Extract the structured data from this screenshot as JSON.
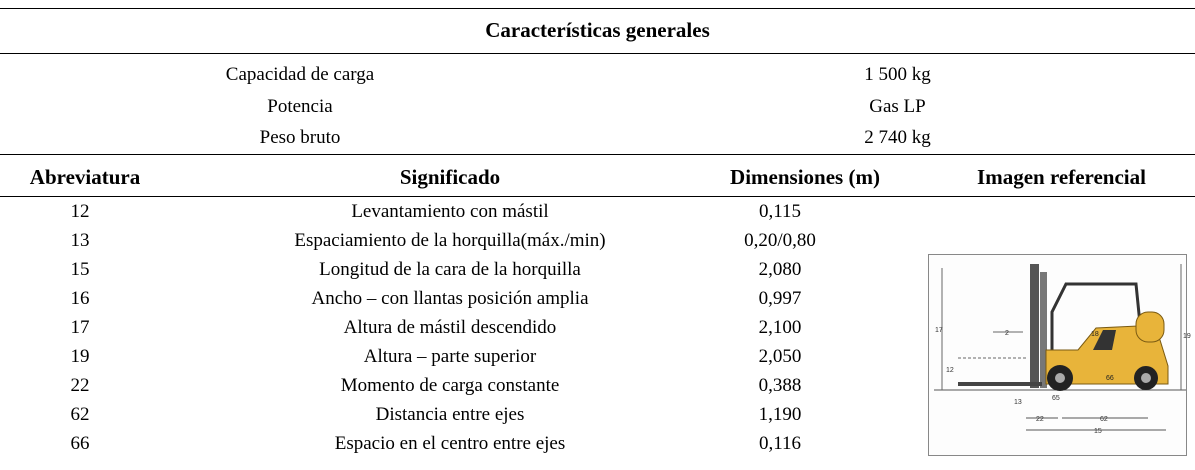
{
  "table": {
    "title": "Características generales",
    "general": [
      {
        "label": "Capacidad de carga",
        "value": "1 500 kg"
      },
      {
        "label": "Potencia",
        "value": "Gas LP"
      },
      {
        "label": "Peso bruto",
        "value": "2 740 kg"
      }
    ],
    "headers": [
      "Abreviatura",
      "Significado",
      "Dimensiones (m)",
      "Imagen referencial"
    ],
    "rows": [
      {
        "abbr": "12",
        "meaning": "Levantamiento con mástil",
        "dim": "0,115"
      },
      {
        "abbr": "13",
        "meaning": "Espaciamiento de la horquilla(máx./min)",
        "dim": "0,20/0,80"
      },
      {
        "abbr": "15",
        "meaning": "Longitud de la cara de la horquilla",
        "dim": "2,080"
      },
      {
        "abbr": "16",
        "meaning": "Ancho – con llantas posición amplia",
        "dim": "0,997"
      },
      {
        "abbr": "17",
        "meaning": "Altura de mástil descendido",
        "dim": "2,100"
      },
      {
        "abbr": "19",
        "meaning": "Altura – parte superior",
        "dim": "2,050"
      },
      {
        "abbr": "22",
        "meaning": "Momento de carga constante",
        "dim": "0,388"
      },
      {
        "abbr": "62",
        "meaning": "Distancia entre ejes",
        "dim": "1,190"
      },
      {
        "abbr": "66",
        "meaning": "Espacio en el centro entre ejes",
        "dim": "0,116"
      }
    ]
  },
  "image": {
    "labels": {
      "h17": "17",
      "h19": "19",
      "d2": "2",
      "d18": "18",
      "d12": "12",
      "d13": "13",
      "d65": "65",
      "d66": "66",
      "d22": "22",
      "d62": "62",
      "d15": "15"
    },
    "colors": {
      "body": "#e8b43a",
      "dark": "#333333",
      "wheel": "#222222"
    }
  }
}
